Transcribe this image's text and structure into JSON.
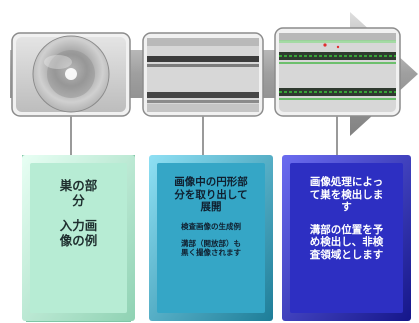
{
  "boxes": [
    {
      "lines_top": [
        "巣の部",
        "分"
      ],
      "lines_bottom": [
        "入力画",
        "像の例"
      ],
      "color": "#b7ecd4"
    },
    {
      "lines_top": [
        "画像中の円形部",
        "分を取り出して",
        "展開"
      ],
      "note1": "検査画像の生成例",
      "note2_lines": [
        "溝部（開放部）も",
        "黒く撮像されます"
      ],
      "color": "#35a6c6"
    },
    {
      "lines_top": [
        "画像処理によっ",
        "て巣を検出しま",
        "す"
      ],
      "lines_bottom": [
        "溝部の位置を予",
        "め検出し、非検",
        "査領域とします"
      ],
      "color": "#2d2fc2"
    }
  ],
  "colors": {
    "arrow": "#8a8a8a",
    "box1_text": "#1f2f2f",
    "box2_text": "#102030",
    "box3_text": "#ffffff"
  }
}
